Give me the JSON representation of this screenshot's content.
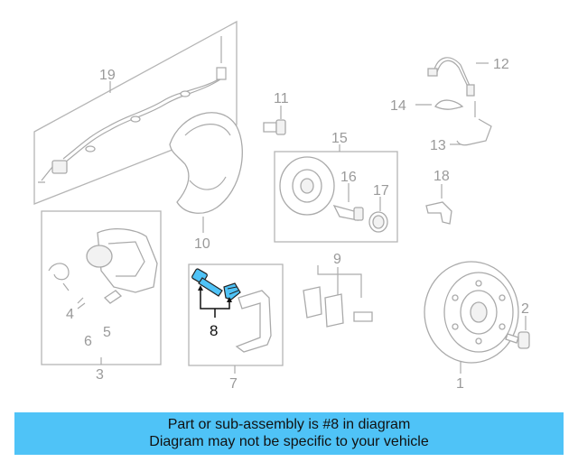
{
  "diagram": {
    "labels": {
      "p1": "1",
      "p2": "2",
      "p3": "3",
      "p4": "4",
      "p5": "5",
      "p6": "6",
      "p7": "7",
      "p8": "8",
      "p9": "9",
      "p10": "10",
      "p11": "11",
      "p12": "12",
      "p13": "13",
      "p14": "14",
      "p15": "15",
      "p16": "16",
      "p17": "17",
      "p18": "18",
      "p19": "19"
    },
    "highlight_color": "#4fc3f7"
  },
  "banner": {
    "line1": "Part or sub-assembly is #8 in diagram",
    "line2": "Diagram may not be specific to your vehicle"
  }
}
